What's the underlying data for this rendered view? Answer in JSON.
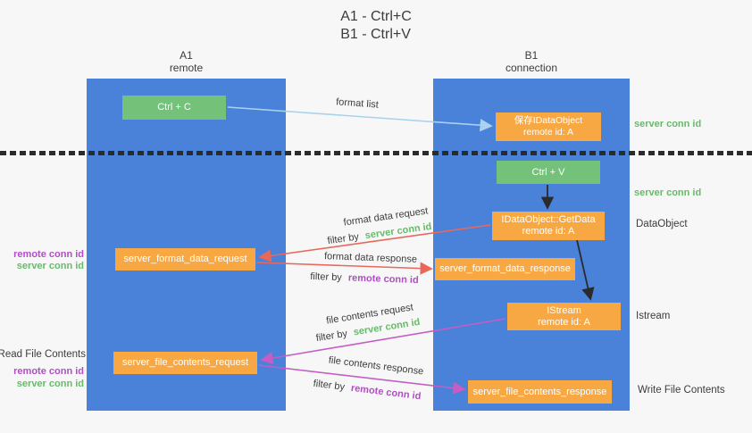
{
  "title": {
    "line1": "A1 - Ctrl+C",
    "line2": "B1 - Ctrl+V"
  },
  "lifelines": {
    "left": {
      "name": "A1",
      "role": "remote"
    },
    "right": {
      "name": "B1",
      "role": "connection"
    }
  },
  "nodes": {
    "ctrl_c": {
      "label": "Ctrl + C"
    },
    "ctrl_v": {
      "label": "Ctrl + V"
    },
    "save_idataobject": {
      "line1": "保存IDataObject",
      "line2": "remote id: A"
    },
    "getdata": {
      "line1": "IDataObject::GetData",
      "line2": "remote id: A"
    },
    "istream": {
      "line1": "IStream",
      "line2": "remote id: A"
    },
    "format_request": {
      "label": "server_format_data_request"
    },
    "format_response": {
      "label": "server_format_data_response"
    },
    "file_request": {
      "label": "server_file_contents_request"
    },
    "file_response": {
      "label": "server_file_contents_response"
    }
  },
  "arrow_labels": {
    "format_list": "format list",
    "format_data_request": "format data request",
    "filter_by_server_1": {
      "prefix": "filter by",
      "key": "server conn id"
    },
    "format_data_response": "format data response",
    "filter_by_remote_1": {
      "prefix": "filter by",
      "key": "remote conn id"
    },
    "file_contents_request": "file contents request",
    "filter_by_server_2": {
      "prefix": "filter by",
      "key": "server conn id"
    },
    "file_contents_response": "file contents response",
    "filter_by_remote_2": {
      "prefix": "filter by",
      "key": "remote conn id"
    }
  },
  "side_labels": {
    "right_server_conn_1": "server conn id",
    "right_server_conn_2": "server conn id",
    "dataobject": "DataObject",
    "istream": "Istream",
    "write_file_contents": "Write File Contents",
    "left_remote_conn_1": "remote conn id",
    "left_server_conn_1": "server conn id",
    "read_file_contents": "Read File Contents",
    "left_remote_conn_2": "remote conn id",
    "left_server_conn_2": "server conn id"
  },
  "colors": {
    "lifeline_blue": "#4a81d9",
    "button_green": "#74c27a",
    "box_orange": "#f8a843",
    "arrow_light_blue": "#a9d2ee",
    "arrow_red": "#e8695c",
    "arrow_magenta": "#c45ec4",
    "text_green": "#66bb6a",
    "text_purple": "#b04fc3",
    "text_dark": "#3c3c3c",
    "background": "#f7f7f7",
    "divider_black": "#2b2b2b"
  }
}
